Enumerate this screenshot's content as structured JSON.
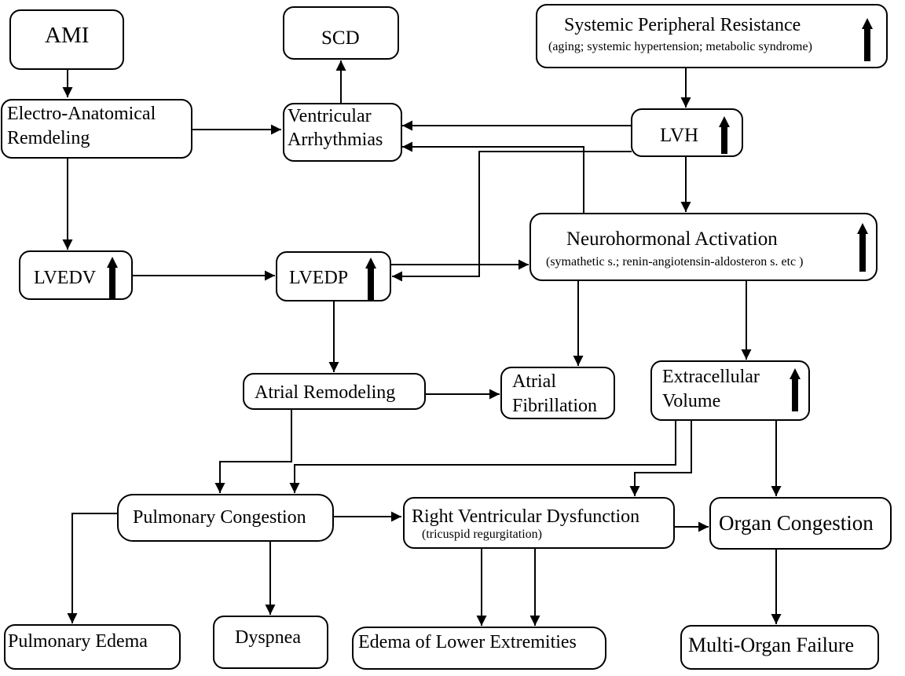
{
  "nodes": {
    "ami": "AMI",
    "scd": "SCD",
    "spr": "Systemic Peripheral Resistance",
    "spr_sub": "(aging; systemic hypertension; metabolic syndrome)",
    "electro_1": "Electro-Anatomical",
    "electro_2": "Remdeling",
    "va_1": "Ventricular",
    "va_2": "Arrhythmias",
    "lvh": "LVH",
    "neuro": "Neurohormonal Activation",
    "neuro_sub": "(symathetic s.; renin-angiotensin-aldosteron s. etc )",
    "lvedv": "LVEDV",
    "lvedp": "LVEDP",
    "atrial_rem": "Atrial Remodeling",
    "af_1": "Atrial",
    "af_2": "Fibrillation",
    "ecv_1": "Extracellular",
    "ecv_2": "Volume",
    "pulm_cong": "Pulmonary Congestion",
    "rvd": "Right Ventricular Dysfunction",
    "rvd_sub": "(tricuspid regurgitation)",
    "organ_cong": "Organ Congestion",
    "pulm_edema": "Pulmonary Edema",
    "dyspnea": "Dyspnea",
    "edema_lower": "Edema of Lower Extremities",
    "mof": "Multi-Organ Failure"
  }
}
